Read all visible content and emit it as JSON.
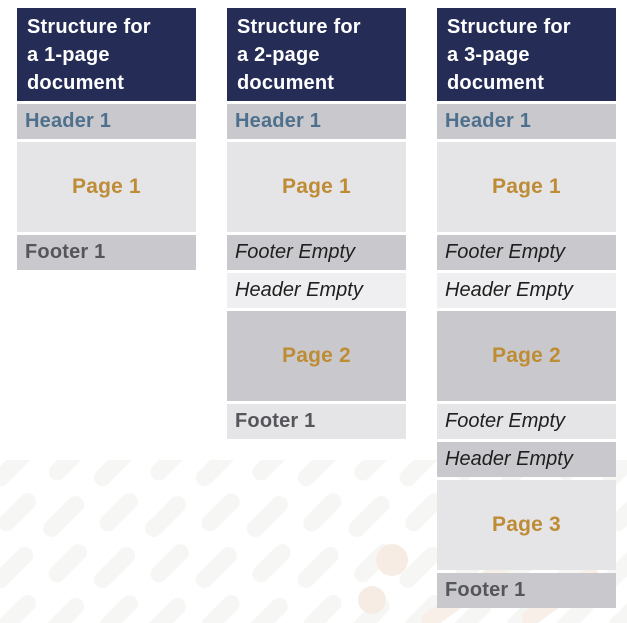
{
  "palette": {
    "navy": "#252c56",
    "medium_gray": "#c9c9cd",
    "light_gray": "#e5e5e8",
    "extra_light_gray": "#efeff1",
    "header_text": "#4e708c",
    "footer_text": "#55565a",
    "page_text": "#bf8c36",
    "empty_text": "#1f1f1f",
    "watermark_stripe": "#f6f6f5",
    "watermark_warm": "#f7ece3"
  },
  "columns": [
    {
      "name": "1-page-document-structure",
      "title": "Structure for a 1-page document",
      "title_lines": [
        "Structure for",
        "a 1-page",
        "document"
      ],
      "rows": [
        {
          "type": "header",
          "label": "Header 1"
        },
        {
          "type": "page",
          "label": "Page 1"
        },
        {
          "type": "footer",
          "label": "Footer 1"
        }
      ]
    },
    {
      "name": "2-page-document-structure",
      "title": "Structure for a 2-page document",
      "title_lines": [
        "Structure for",
        "a 2-page",
        "document"
      ],
      "rows": [
        {
          "type": "header",
          "label": "Header 1"
        },
        {
          "type": "page",
          "label": "Page 1"
        },
        {
          "type": "empty",
          "label": "Footer Empty"
        },
        {
          "type": "empty",
          "label": "Header Empty"
        },
        {
          "type": "page",
          "label": "Page 2"
        },
        {
          "type": "footer",
          "label": "Footer 1"
        }
      ]
    },
    {
      "name": "3-page-document-structure",
      "title": "Structure for a 3-page document",
      "title_lines": [
        "Structure for",
        "a 3-page",
        "document"
      ],
      "rows": [
        {
          "type": "header",
          "label": "Header 1"
        },
        {
          "type": "page",
          "label": "Page 1"
        },
        {
          "type": "empty",
          "label": "Footer Empty"
        },
        {
          "type": "empty",
          "label": "Header Empty"
        },
        {
          "type": "page",
          "label": "Page 2"
        },
        {
          "type": "empty",
          "label": "Footer Empty"
        },
        {
          "type": "empty",
          "label": "Header Empty"
        },
        {
          "type": "page",
          "label": "Page 3"
        },
        {
          "type": "footer",
          "label": "Footer 1"
        }
      ]
    }
  ]
}
